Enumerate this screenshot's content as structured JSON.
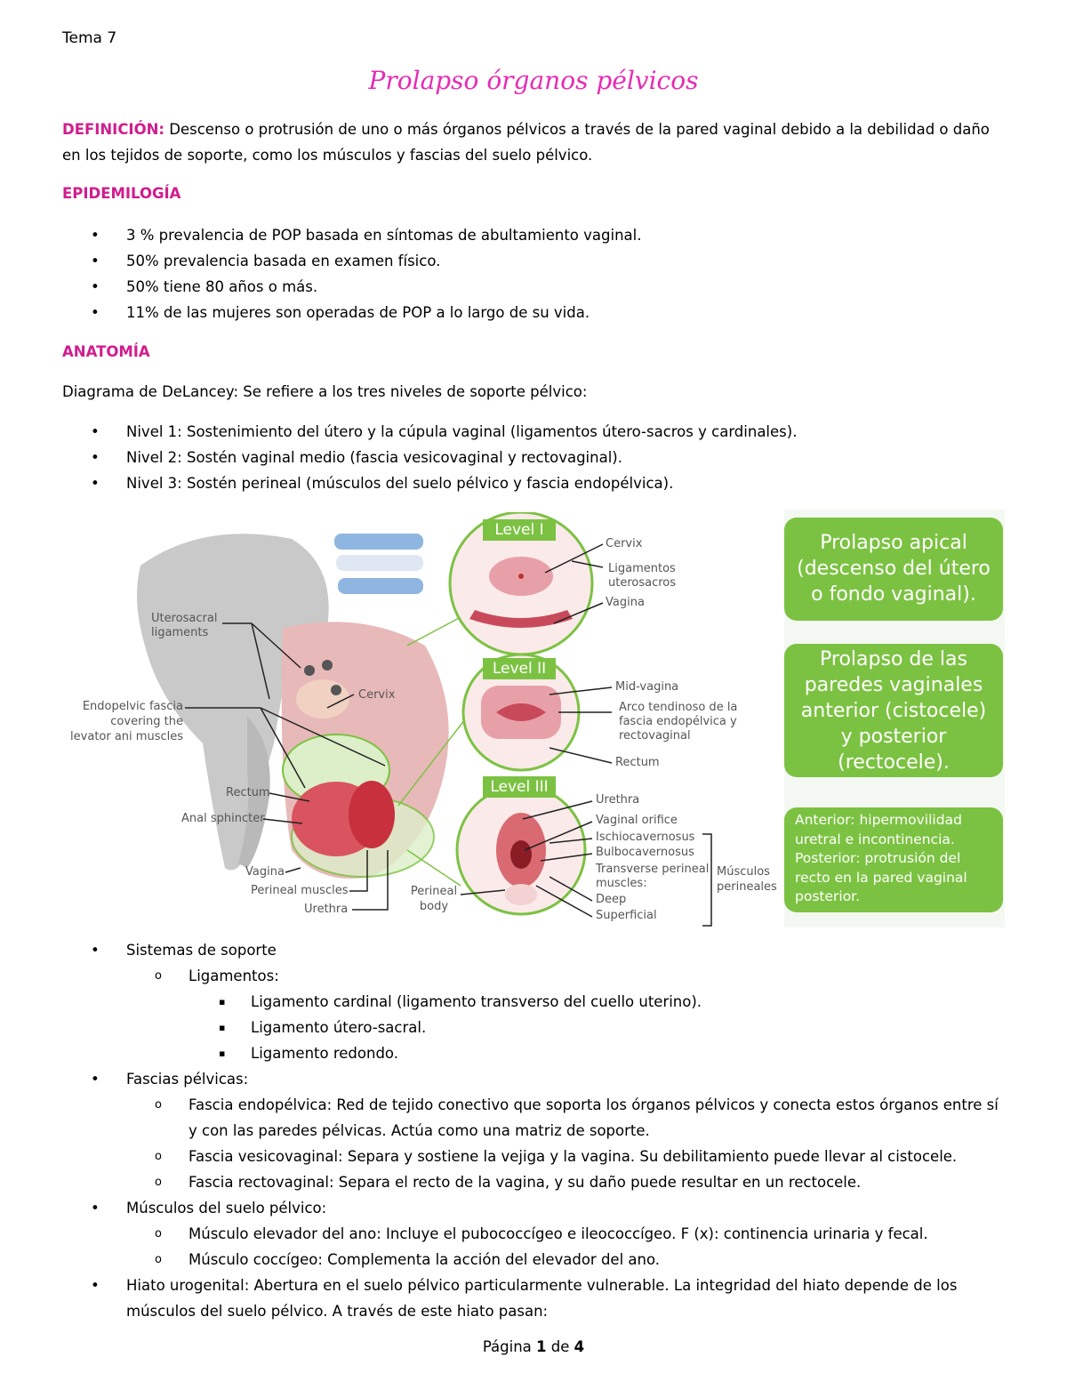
{
  "header": {
    "tema": "Tema 7"
  },
  "title": "Prolapso órganos pélvicos",
  "definicion": {
    "label": "DEFINICIÓN:",
    "text": "Descenso o protrusión de uno o más órganos pélvicos a través de la pared vaginal debido a la debilidad o daño en los tejidos de soporte, como los músculos y fascias del suelo pélvico."
  },
  "epidemiologia": {
    "heading": "EPIDEMILOGÍA",
    "items": [
      "3 % prevalencia de POP basada en síntomas de abultamiento vaginal.",
      "50% prevalencia basada en examen físico.",
      "50% tiene 80 años o más.",
      "11% de las mujeres son operadas de POP a lo largo de su vida."
    ]
  },
  "anatomia": {
    "heading": "ANATOMÍA",
    "intro": "Diagrama de DeLancey: Se refiere a los tres niveles de soporte pélvico:",
    "levels": [
      "Nivel 1: Sostenimiento del útero y la cúpula vaginal (ligamentos útero-sacros y cardinales).",
      "Nivel 2: Sostén vaginal medio (fascia vesicovaginal y rectovaginal).",
      "Nivel 3: Sostén perineal (músculos del suelo pélvico y fascia endopélvica)."
    ]
  },
  "figure": {
    "left_labels": {
      "uterosacral": "Uterosacral\nligaments",
      "endopelvic": "Endopelvic fascia\ncovering the\nlevator ani muscles",
      "cervix": "Cervix",
      "rectum": "Rectum",
      "anal": "Anal sphincter",
      "vagina": "Vagina",
      "perineal_muscles": "Perineal muscles",
      "urethra": "Urethra",
      "perineal_body": "Perineal\nbody"
    },
    "level1": {
      "tag": "Level I",
      "labels": [
        "Cervix",
        "Ligamentos\nuterosacros",
        "Vagina"
      ]
    },
    "level2": {
      "tag": "Level II",
      "labels": [
        "Mid-vagina",
        "Arco tendinoso de la\nfascia endopélvica y\nrectovaginal",
        "Rectum"
      ]
    },
    "level3": {
      "tag": "Level III",
      "labels": [
        "Urethra",
        "Vaginal orifice",
        "Ischiocavernosus",
        "Bulbocavernosus",
        "Transverse perineal\nmuscles:",
        "Deep",
        "Superficial"
      ],
      "group": "Músculos\nperineales"
    },
    "boxes": [
      "Prolapso apical\n(descenso del útero\no fondo vaginal).",
      "Prolapso de las\nparedes vaginales\nanterior (cistocele)\ny posterior\n(rectocele).",
      "Anterior: hipermovilidad\nuretral e incontinencia.\nPosterior: protrusión del\nrecto en la pared vaginal\nposterior."
    ],
    "colors": {
      "green": "#7cc242",
      "pink": "#e8a0a8",
      "deep_pink": "#c84a5a",
      "grey": "#c8c8c8"
    }
  },
  "sistemas": {
    "title": "Sistemas de soporte",
    "ligamentos": {
      "label": "Ligamentos:",
      "items": [
        "Ligamento cardinal (ligamento transverso del cuello uterino).",
        "Ligamento útero-sacral.",
        "Ligamento redondo."
      ]
    }
  },
  "fascias": {
    "title": "Fascias pélvicas:",
    "items": [
      "Fascia endopélvica: Red de tejido conectivo que soporta los órganos pélvicos y conecta estos órganos entre sí y con las paredes pélvicas. Actúa como una matriz de soporte.",
      "Fascia vesicovaginal: Separa y sostiene la vejiga y la vagina. Su debilitamiento puede llevar al cistocele.",
      "Fascia rectovaginal: Separa el recto de la vagina, y su daño puede resultar en un rectocele."
    ]
  },
  "musculos": {
    "title": "Músculos del suelo pélvico:",
    "items": [
      "Músculo elevador del ano: Incluye el pubococcígeo e ileococcígeo. F (x): continencia urinaria y fecal.",
      "Músculo coccígeo: Complementa la acción del elevador del ano."
    ]
  },
  "hiato": "Hiato urogenital: Abertura en el suelo pélvico particularmente vulnerable. La integridad del hiato depende de los músculos del suelo pélvico. A través de este hiato pasan:",
  "footer": {
    "pagina": "Página",
    "num": "1",
    "de": "de",
    "total": "4"
  }
}
